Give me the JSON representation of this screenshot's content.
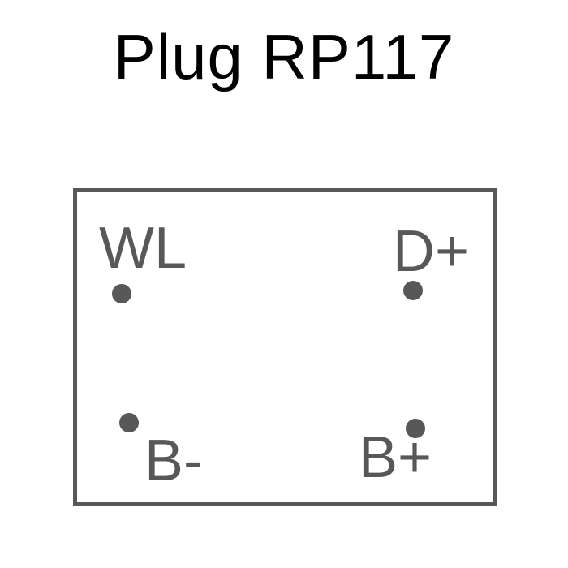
{
  "title": "Plug RP117",
  "colors": {
    "title_text": "#000000",
    "diagram_stroke": "#58585a",
    "background": "#ffffff"
  },
  "pins": {
    "wl": "WL",
    "d_plus": "D+",
    "b_minus": "B-",
    "b_plus": "B+"
  }
}
